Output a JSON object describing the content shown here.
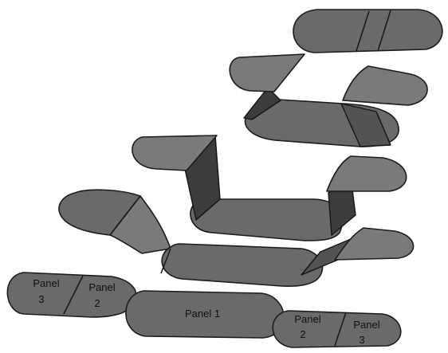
{
  "labels": {
    "flat_left_upper_1": "Panel",
    "flat_left_lower_1": "3",
    "flat_left_upper_2": "Panel",
    "flat_left_lower_2": "2",
    "flat_center": "Panel 1",
    "flat_right_upper_1": "Panel",
    "flat_right_lower_1": "2",
    "flat_right_upper_2": "Panel",
    "flat_right_lower_2": "3"
  },
  "colors": {
    "panel": "#6a6a6a",
    "outline": "#1c1c1c",
    "shadow": "#3c3c3c",
    "background": "#ffffff"
  }
}
